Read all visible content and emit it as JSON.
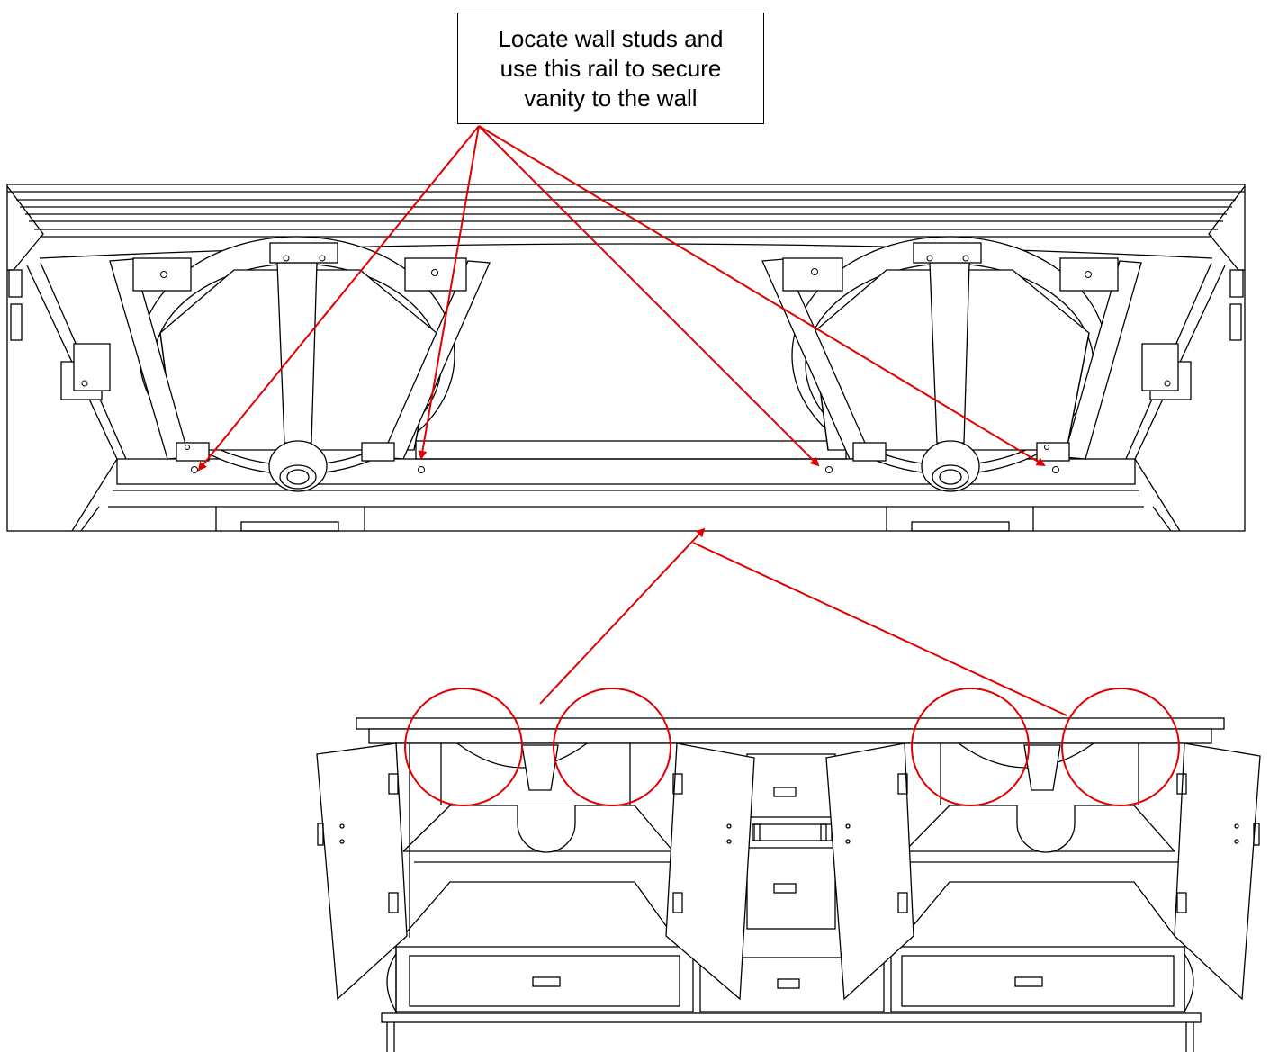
{
  "callout": {
    "lines": [
      "Locate wall studs and",
      "use this rail to secure",
      "vanity to the wall"
    ]
  },
  "colors": {
    "line": "#000000",
    "annotation": "#e00000",
    "background": "#ffffff"
  },
  "icons": [
    "screw-icon",
    "arrow-head-icon",
    "highlight-circle-icon"
  ]
}
